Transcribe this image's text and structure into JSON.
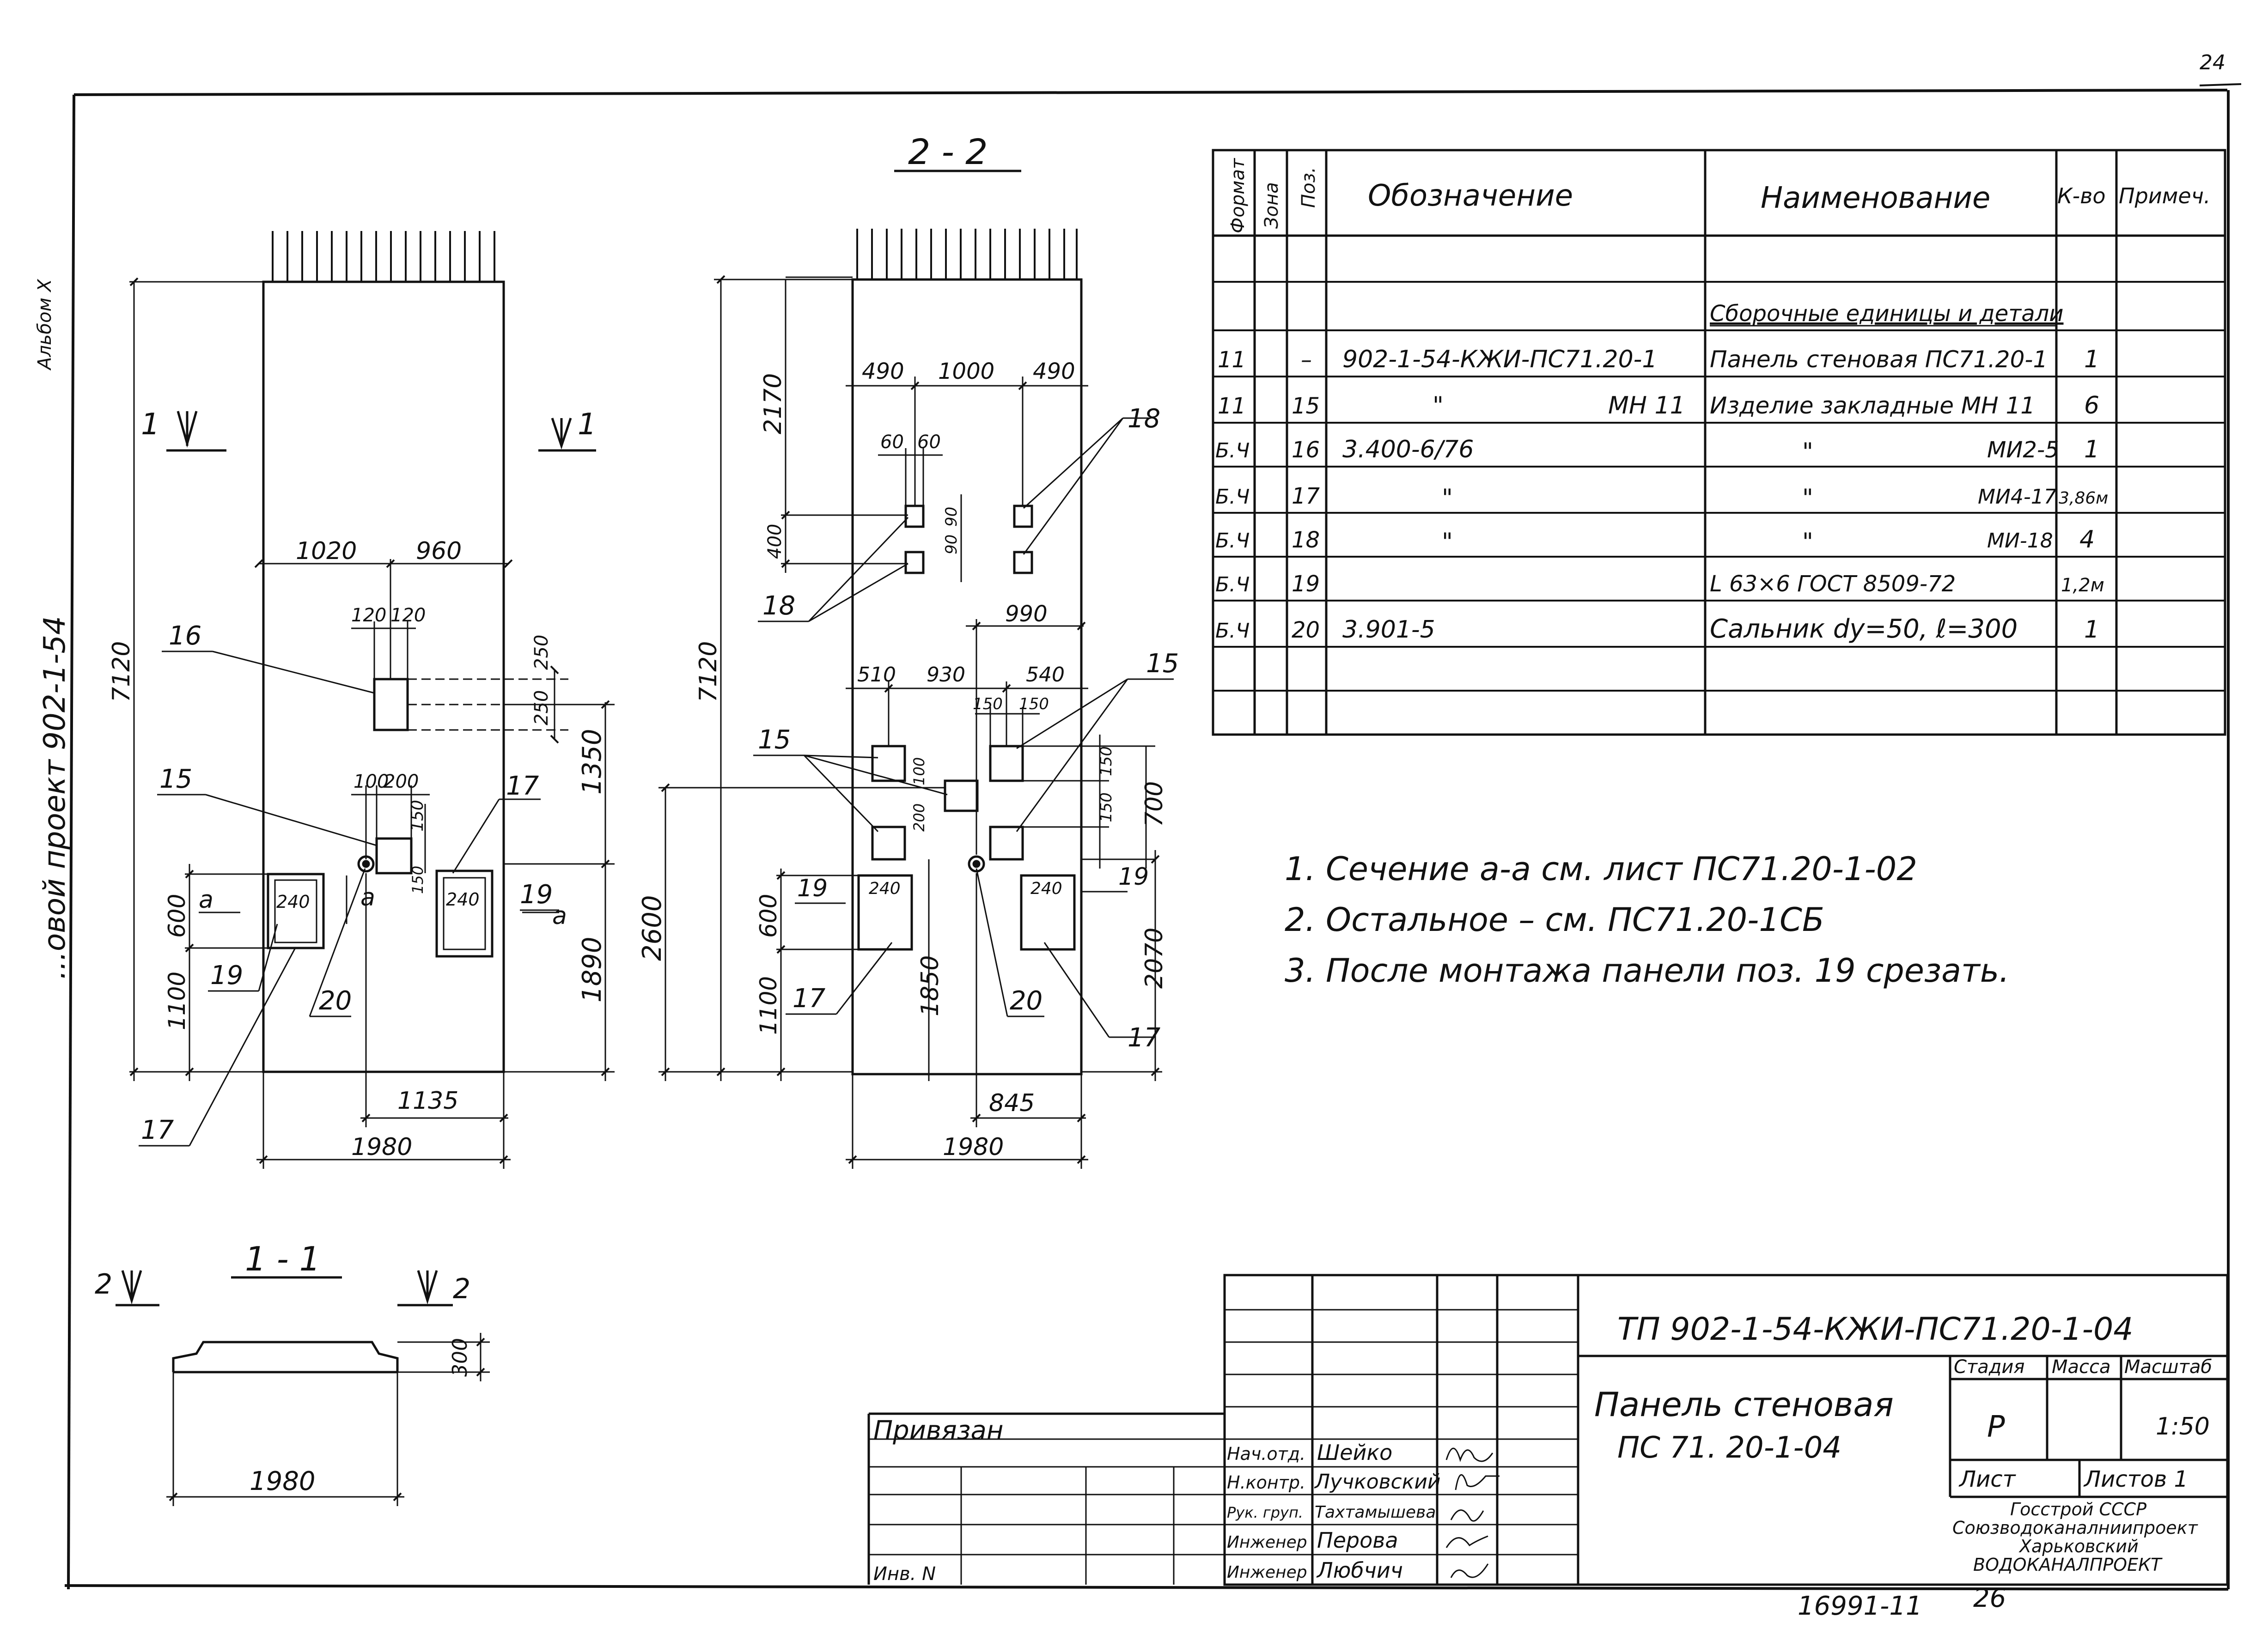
{
  "margin_notes": {
    "left_top": "Альбом X",
    "left_mid": "...овой проект 902-1-54",
    "top_right": "24"
  },
  "elevation": {
    "section_mark": "1",
    "dims": {
      "d1020": "1020",
      "d960": "960",
      "d120a": "120",
      "d120b": "120",
      "d250a": "250",
      "d250b": "250",
      "d100": "100",
      "d200": "200",
      "d150": "150",
      "d150b": "150",
      "d1350": "1350",
      "d1890": "1890",
      "d600": "600",
      "d1100": "1100",
      "d240a": "240",
      "d240b": "240",
      "d1135": "1135",
      "d1980": "1980",
      "d7120": "7120"
    },
    "labels": {
      "p16": "16",
      "p15": "15",
      "p17a": "17",
      "p17b": "17",
      "p19a": "19",
      "p19b": "19",
      "p20": "20",
      "a1": "a",
      "a2": "a",
      "a3": "a"
    }
  },
  "section22": {
    "title": "2 - 2",
    "dims": {
      "d490a": "490",
      "d1000": "1000",
      "d490b": "490",
      "d2170": "2170",
      "d60a": "60",
      "d60b": "60",
      "d400": "400",
      "d90a": "90",
      "d90b": "90",
      "d990": "990",
      "d510": "510",
      "d930": "930",
      "d540": "540",
      "d150a": "150",
      "d150b": "150",
      "d150c": "150",
      "d150d": "150",
      "d200": "200",
      "d100": "100",
      "d700": "700",
      "d7120": "7120",
      "d2600": "2600",
      "d600": "600",
      "d1100": "1100",
      "d1850": "1850",
      "d2070": "2070",
      "d240a": "240",
      "d240b": "240",
      "d845": "845",
      "d1980": "1980"
    },
    "labels": {
      "p18a": "18",
      "p18b": "18",
      "p15a": "15",
      "p15b": "15",
      "p19a": "19",
      "p19b": "19",
      "p17a": "17",
      "p17b": "17",
      "p20": "20"
    }
  },
  "section11": {
    "title": "1 - 1",
    "mark": "2",
    "d300": "300",
    "d1980": "1980"
  },
  "spec_table": {
    "headers": {
      "format": "Формат",
      "zone": "Зона",
      "pos": "Поз.",
      "designation": "Обозначение",
      "name": "Наименование",
      "qty": "К-во",
      "note": "Примеч."
    },
    "section_title": "Сборочные единицы и детали",
    "rows": [
      {
        "format": "11",
        "pos": "–",
        "designation": "902-1-54-КЖИ-ПС71.20-1",
        "name": "Панель стеновая ПС71.20-1",
        "name_mark": "",
        "qty": "1"
      },
      {
        "format": "11",
        "pos": "15",
        "designation": "\"",
        "designation_mark": "МН 11",
        "name": "Изделие закладные МН 11",
        "name_mark": "",
        "qty": "6"
      },
      {
        "format": "Б.Ч",
        "pos": "16",
        "designation": "3.400-6/76",
        "name": "\"",
        "name_mark": "МИ2-5",
        "qty": "1"
      },
      {
        "format": "Б.Ч",
        "pos": "17",
        "designation": "\"",
        "name": "\"",
        "name_mark": "МИ4-17",
        "qty": "3,86м"
      },
      {
        "format": "Б.Ч",
        "pos": "18",
        "designation": "\"",
        "name": "\"",
        "name_mark": "МИ-18",
        "qty": "4"
      },
      {
        "format": "Б.Ч",
        "pos": "19",
        "designation": "",
        "name": "L 63×6 ГОСТ 8509-72",
        "name_mark": "",
        "qty": "1,2м"
      },
      {
        "format": "Б.Ч",
        "pos": "20",
        "designation": "3.901-5",
        "name": "Сальник dу=50, ℓ=300",
        "name_mark": "",
        "qty": "1"
      }
    ]
  },
  "notes": [
    "1. Сечение а-а  см. лист ПС71.20-1-02",
    "2. Остальное – см.  ПС71.20-1СБ",
    "3. После  монтажа  панели поз. 19 срезать."
  ],
  "title_block": {
    "code": "ТП 902-1-54-КЖИ-ПС71.20-1-04",
    "name_line1": "Панель  стеновая",
    "name_line2": "ПС 71. 20-1-04",
    "stage_label": "Стадия",
    "mass_label": "Масса",
    "scale_label": "Масштаб",
    "stage": "Р",
    "scale": "1:50",
    "sheet_label": "Лист",
    "sheets_label": "Листов 1",
    "org1": "Госстрой СССР",
    "org2": "Союзводоканалниипроект",
    "org3": "Харьковский",
    "org4": "ВОДОКАНАЛПРОЕКТ",
    "privyazan": "Привязан",
    "inv": "Инв. N",
    "staff": [
      {
        "role": "Нач.отд.",
        "name": "Шейко"
      },
      {
        "role": "Н.контр.",
        "name": "Лучковский"
      },
      {
        "role": "Рук. груп.",
        "name": "Тахтамышева"
      },
      {
        "role": "Инженер",
        "name": "Перова"
      },
      {
        "role": "Инженер",
        "name": "Любчич"
      }
    ]
  },
  "bottom": {
    "archive": "16991-11",
    "page": "26"
  }
}
